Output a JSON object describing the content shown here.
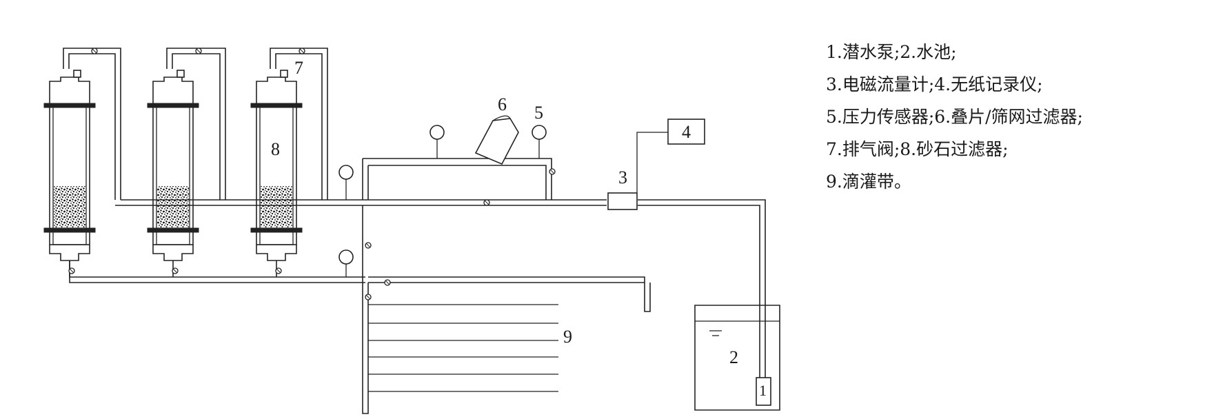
{
  "figure": {
    "component_labels": {
      "pump": "1",
      "pool": "2",
      "flowmeter": "3",
      "recorder": "4",
      "pressure_sensor": "5",
      "disc_filter": "6",
      "air_valve": "7",
      "sand_filter": "8",
      "drip_tape": "9"
    }
  },
  "legend": {
    "lines": [
      "1.潜水泵;2.水池;",
      "3.电磁流量计;4.无纸记录仪;",
      "5.压力传感器;6.叠片/筛网过滤器;",
      "7.排气阀;8.砂石过滤器;",
      "9.滴灌带。"
    ]
  }
}
